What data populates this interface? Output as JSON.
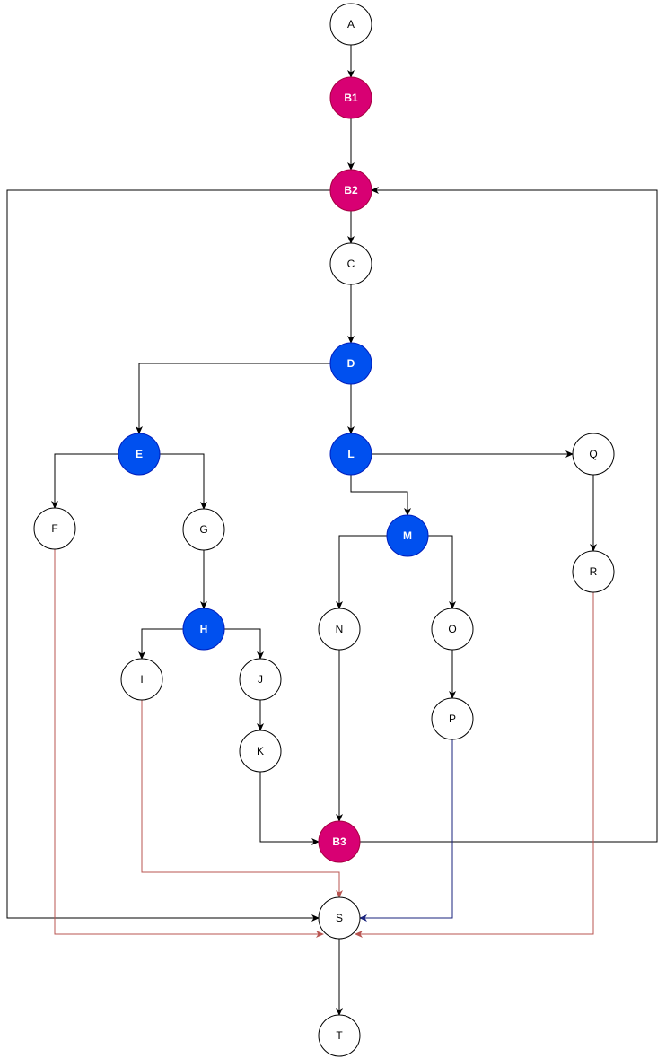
{
  "colors": {
    "plain_fill": "#ffffff",
    "plain_stroke": "#000000",
    "plain_text": "#000000",
    "magenta": "#d80073",
    "magenta_stroke": "#a50040",
    "blue": "#0050ef",
    "blue_stroke": "#001dbc",
    "highlight_text": "#ffffff",
    "edge_black": "#000000",
    "edge_red": "#b85450",
    "edge_navy": "#1a237e"
  },
  "nodes": [
    {
      "id": "A",
      "label": "A",
      "style": "plain"
    },
    {
      "id": "B1",
      "label": "B1",
      "style": "magenta"
    },
    {
      "id": "B2",
      "label": "B2",
      "style": "magenta"
    },
    {
      "id": "C",
      "label": "C",
      "style": "plain"
    },
    {
      "id": "D",
      "label": "D",
      "style": "blue"
    },
    {
      "id": "E",
      "label": "E",
      "style": "blue"
    },
    {
      "id": "L",
      "label": "L",
      "style": "blue"
    },
    {
      "id": "Q",
      "label": "Q",
      "style": "plain"
    },
    {
      "id": "F",
      "label": "F",
      "style": "plain"
    },
    {
      "id": "G",
      "label": "G",
      "style": "plain"
    },
    {
      "id": "M",
      "label": "M",
      "style": "blue"
    },
    {
      "id": "R",
      "label": "R",
      "style": "plain"
    },
    {
      "id": "H",
      "label": "H",
      "style": "blue"
    },
    {
      "id": "N",
      "label": "N",
      "style": "plain"
    },
    {
      "id": "O",
      "label": "O",
      "style": "plain"
    },
    {
      "id": "I",
      "label": "I",
      "style": "plain"
    },
    {
      "id": "J",
      "label": "J",
      "style": "plain"
    },
    {
      "id": "P",
      "label": "P",
      "style": "plain"
    },
    {
      "id": "K",
      "label": "K",
      "style": "plain"
    },
    {
      "id": "B3",
      "label": "B3",
      "style": "magenta"
    },
    {
      "id": "S",
      "label": "S",
      "style": "plain"
    },
    {
      "id": "T",
      "label": "T",
      "style": "plain"
    }
  ],
  "edges": [
    {
      "from": "A",
      "to": "B1",
      "color": "black"
    },
    {
      "from": "B1",
      "to": "B2",
      "color": "black"
    },
    {
      "from": "B2",
      "to": "C",
      "color": "black"
    },
    {
      "from": "B2",
      "to": "S",
      "color": "black"
    },
    {
      "from": "C",
      "to": "D",
      "color": "black"
    },
    {
      "from": "D",
      "to": "E",
      "color": "black"
    },
    {
      "from": "D",
      "to": "L",
      "color": "black"
    },
    {
      "from": "E",
      "to": "F",
      "color": "black"
    },
    {
      "from": "E",
      "to": "G",
      "color": "black"
    },
    {
      "from": "G",
      "to": "H",
      "color": "black"
    },
    {
      "from": "H",
      "to": "I",
      "color": "black"
    },
    {
      "from": "H",
      "to": "J",
      "color": "black"
    },
    {
      "from": "J",
      "to": "K",
      "color": "black"
    },
    {
      "from": "K",
      "to": "B3",
      "color": "black"
    },
    {
      "from": "L",
      "to": "Q",
      "color": "black"
    },
    {
      "from": "L",
      "to": "M",
      "color": "black"
    },
    {
      "from": "M",
      "to": "N",
      "color": "black"
    },
    {
      "from": "M",
      "to": "O",
      "color": "black"
    },
    {
      "from": "N",
      "to": "B3",
      "color": "black"
    },
    {
      "from": "O",
      "to": "P",
      "color": "black"
    },
    {
      "from": "Q",
      "to": "R",
      "color": "black"
    },
    {
      "from": "B3",
      "to": "B2",
      "color": "black"
    },
    {
      "from": "F",
      "to": "S",
      "color": "red"
    },
    {
      "from": "I",
      "to": "S",
      "color": "red"
    },
    {
      "from": "R",
      "to": "S",
      "color": "red"
    },
    {
      "from": "P",
      "to": "S",
      "color": "navy"
    },
    {
      "from": "S",
      "to": "T",
      "color": "black"
    }
  ]
}
